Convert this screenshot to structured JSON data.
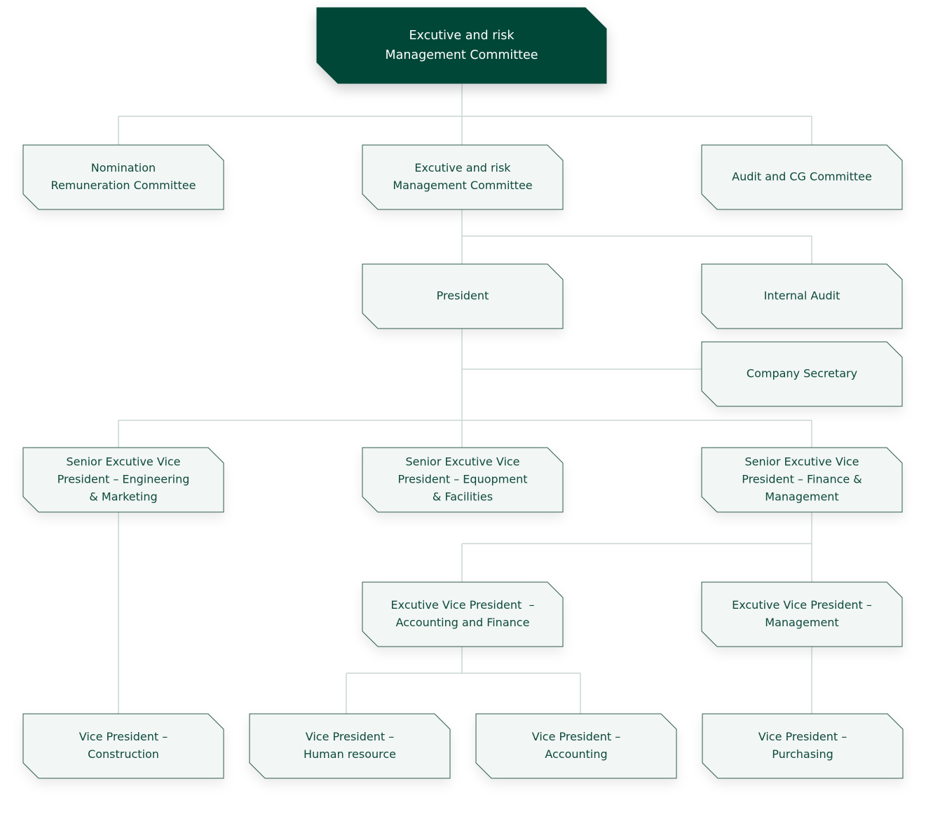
{
  "colors": {
    "dark_fill": "#034638",
    "light_fill": "#f2f6f5",
    "border": "#2d5b4d",
    "connector": "#c9d7d3",
    "text_dark": "#0d4a3a",
    "text_light": "#ffffff"
  },
  "nodes": {
    "top": {
      "lines": [
        "Excutive and risk",
        "Management Committee"
      ]
    },
    "nomination": {
      "lines": [
        "Nomination",
        "Remuneration Committee"
      ]
    },
    "exec_risk": {
      "lines": [
        "Excutive and risk",
        "Management Committee"
      ]
    },
    "audit_cg": {
      "lines": [
        "Audit and CG Committee"
      ]
    },
    "president": {
      "lines": [
        "President"
      ]
    },
    "internal_audit": {
      "lines": [
        "Internal Audit"
      ]
    },
    "company_secretary": {
      "lines": [
        "Company Secretary"
      ]
    },
    "sevp_engineering": {
      "lines": [
        "Senior Excutive Vice",
        "President – Engineering",
        "& Marketing"
      ]
    },
    "sevp_equipment": {
      "lines": [
        "Senior Excutive Vice",
        "President – Equopment",
        "& Facilities"
      ]
    },
    "sevp_finance": {
      "lines": [
        "Senior Excutive Vice",
        "President – Finance &",
        "Management"
      ]
    },
    "evp_accounting_finance": {
      "lines": [
        "Excutive Vice President  –",
        "Accounting and Finance"
      ]
    },
    "evp_management": {
      "lines": [
        "Excutive Vice President –",
        "Management"
      ]
    },
    "vp_construction": {
      "lines": [
        "Vice President –",
        "Construction"
      ]
    },
    "vp_hr": {
      "lines": [
        "Vice President –",
        "Human resource"
      ]
    },
    "vp_accounting": {
      "lines": [
        "Vice President –",
        "Accounting"
      ]
    },
    "vp_purchasing": {
      "lines": [
        "Vice President –",
        "Purchasing"
      ]
    }
  }
}
